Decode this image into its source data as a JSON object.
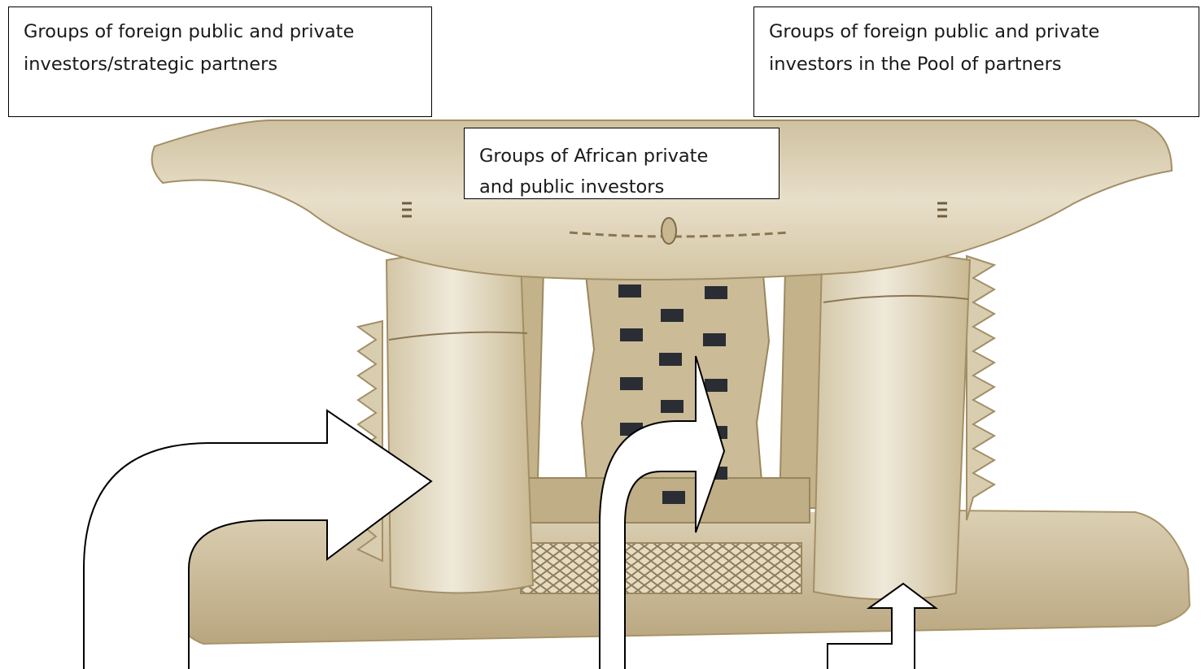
{
  "labels": {
    "foreign_strategic": {
      "line1": "Groups of foreign public and private",
      "line2": "investors/strategic partners"
    },
    "foreign_pool": {
      "line1": "Groups of foreign public and private",
      "line2": "investors in the Pool of partners"
    },
    "african": {
      "line1": "Groups of African private",
      "line2": "and public investors"
    }
  },
  "image": {
    "subject": "carved wooden stool",
    "wood_light": "#e6dcc6",
    "wood_mid": "#d6c9a8",
    "wood_dark": "#b8a57c",
    "hole_color": "#2a2d33"
  },
  "arrows": [
    {
      "name": "arrow-left-outer",
      "points_to": "left pillar"
    },
    {
      "name": "arrow-center",
      "points_to": "center panel"
    },
    {
      "name": "arrow-right",
      "points_to": "right pillar"
    }
  ]
}
